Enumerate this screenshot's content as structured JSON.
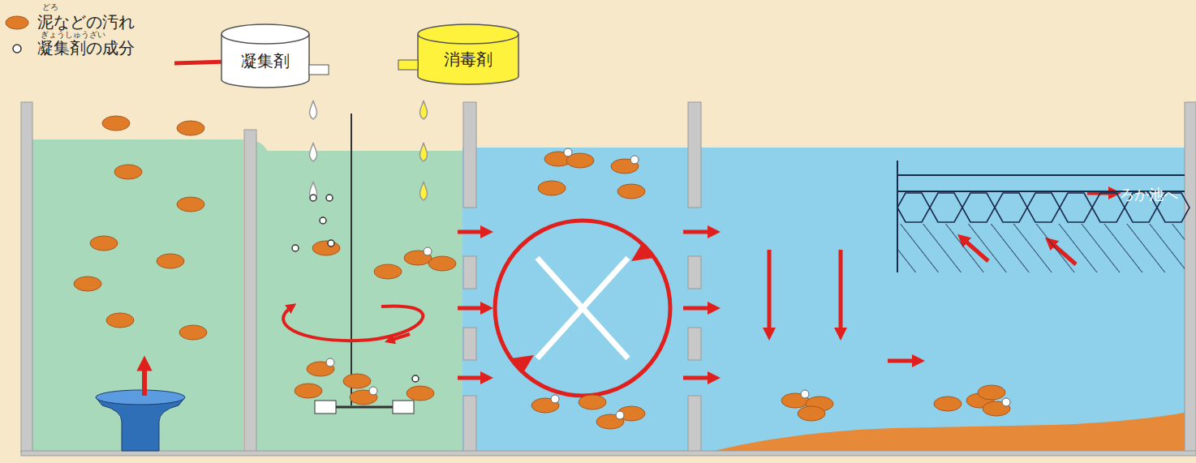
{
  "diagram": {
    "nodes": [
      {
        "text": [
          "凝集剤"
        ]
      },
      {
        "text": [
          "消毒剤"
        ]
      }
    ],
    "labels": [
      "どろ",
      "ぎょうしゅうざい",
      "ろか池へ"
    ],
    "legend": [
      {
        "text": "泥などの汚れ",
        "color": "#e07b28"
      },
      {
        "text": "凝集剤の成分"
      }
    ]
  }
}
